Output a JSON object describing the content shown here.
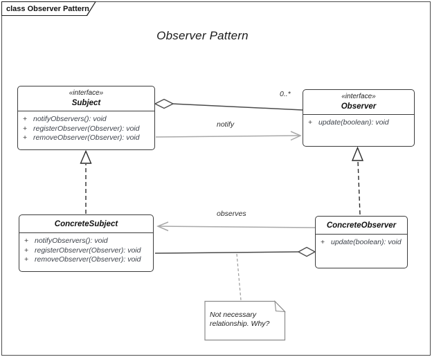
{
  "frame": {
    "tab_label": "class Observer Pattern",
    "title": "Observer Pattern"
  },
  "classes": {
    "subject": {
      "stereotype": "«interface»",
      "name": "Subject",
      "methods": [
        {
          "vis": "+",
          "sig": "notifyObservers(): void"
        },
        {
          "vis": "+",
          "sig": "registerObserver(Observer): void"
        },
        {
          "vis": "+",
          "sig": "removeObserver(Observer): void"
        }
      ]
    },
    "observer": {
      "stereotype": "«interface»",
      "name": "Observer",
      "methods": [
        {
          "vis": "+",
          "sig": "update(boolean): void"
        }
      ]
    },
    "concrete_subject": {
      "name": "ConcreteSubject",
      "methods": [
        {
          "vis": "+",
          "sig": "notifyObservers(): void"
        },
        {
          "vis": "+",
          "sig": "registerObserver(Observer): void"
        },
        {
          "vis": "+",
          "sig": "removeObserver(Observer): void"
        }
      ]
    },
    "concrete_observer": {
      "name": "ConcreteObserver",
      "methods": [
        {
          "vis": "+",
          "sig": "update(boolean): void"
        }
      ]
    }
  },
  "connectors": {
    "multiplicity_label": "0..*",
    "notify_label": "notify",
    "observes_label": "observes"
  },
  "note": {
    "text": "Not necessary relationship. Why?"
  },
  "colors": {
    "box_border": "#3b3b3b",
    "dark_line": "#4a4a4a",
    "gray_line": "#a8a8a8",
    "note_border": "#8a8a8a"
  }
}
